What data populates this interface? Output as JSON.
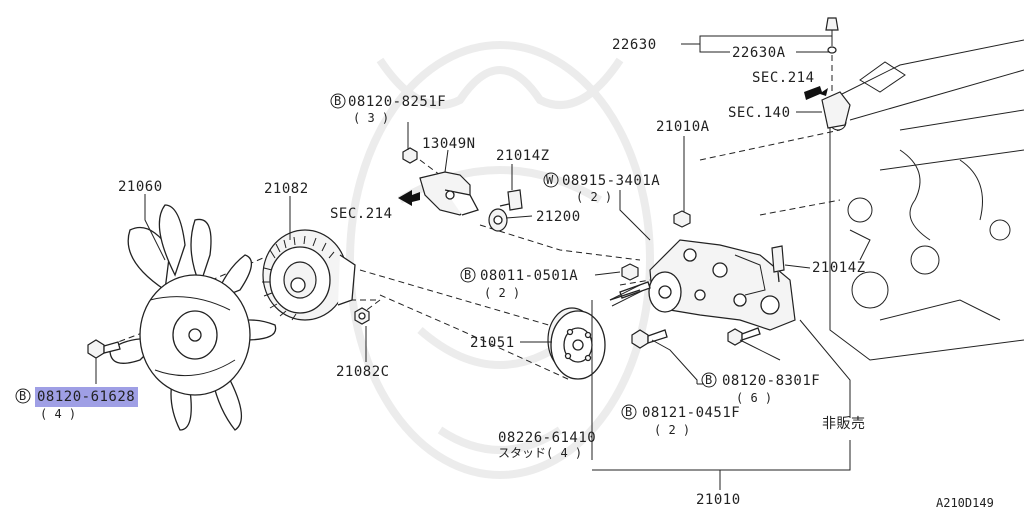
{
  "diagram": {
    "figure_code": "A210D149",
    "parts": {
      "p22630": "22630",
      "p22630a": "22630A",
      "sec214_top": "SEC.214",
      "sec140": "SEC.140",
      "p21010a": "21010A",
      "b08120_8251f": "08120-8251F",
      "b08120_8251f_qty": "( 3 )",
      "p13049n": "13049N",
      "p21014z_top": "21014Z",
      "w08915_3401a": "08915-3401A",
      "w08915_3401a_qty": "( 2 )",
      "sec214_left": "SEC.214",
      "p21200": "21200",
      "p21060": "21060",
      "p21082": "21082",
      "b08011_0501a": "08011-0501A",
      "b08011_0501a_qty": "( 2 )",
      "p21014z_right": "21014Z",
      "p21051": "21051",
      "p21082c": "21082C",
      "b08120_8301f": "08120-8301F",
      "b08120_8301f_qty": "( 6 )",
      "b08121_0451f": "08121-0451F",
      "b08121_0451f_qty": "( 2 )",
      "b08120_61628": "08120-61628",
      "b08120_61628_qty": "( 4 )",
      "stud_partno": "08226-61410",
      "stud_note": "スタッド( 4 )",
      "not_for_sale": "非販売",
      "p21010": "21010"
    },
    "markers": {
      "bolt": "B",
      "washer": "W"
    }
  }
}
